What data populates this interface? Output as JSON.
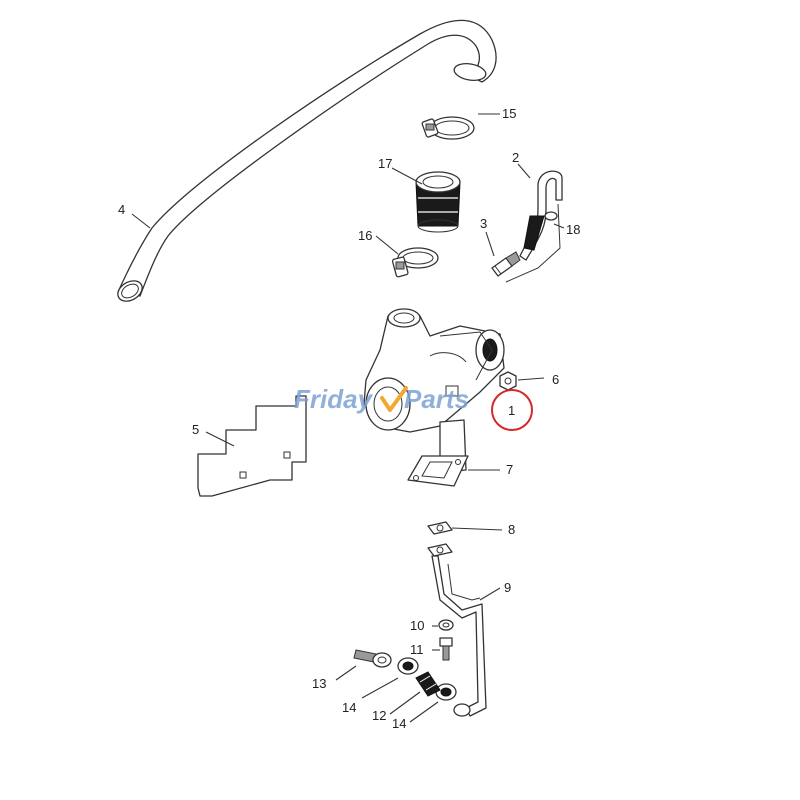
{
  "watermark": {
    "text_left": "Friday",
    "text_right": "Parts",
    "color": "#7da3d4",
    "accent_color": "#f0a830"
  },
  "highlight": {
    "color": "#d62828",
    "label": "1"
  },
  "callouts": {
    "c1": "1",
    "c2": "2",
    "c3": "3",
    "c4": "4",
    "c5": "5",
    "c6": "6",
    "c7": "7",
    "c8": "8",
    "c9": "9",
    "c10": "10",
    "c11": "11",
    "c12": "12",
    "c13": "13",
    "c14a": "14",
    "c14b": "14",
    "c15": "15",
    "c16": "16",
    "c17": "17",
    "c18": "18"
  }
}
